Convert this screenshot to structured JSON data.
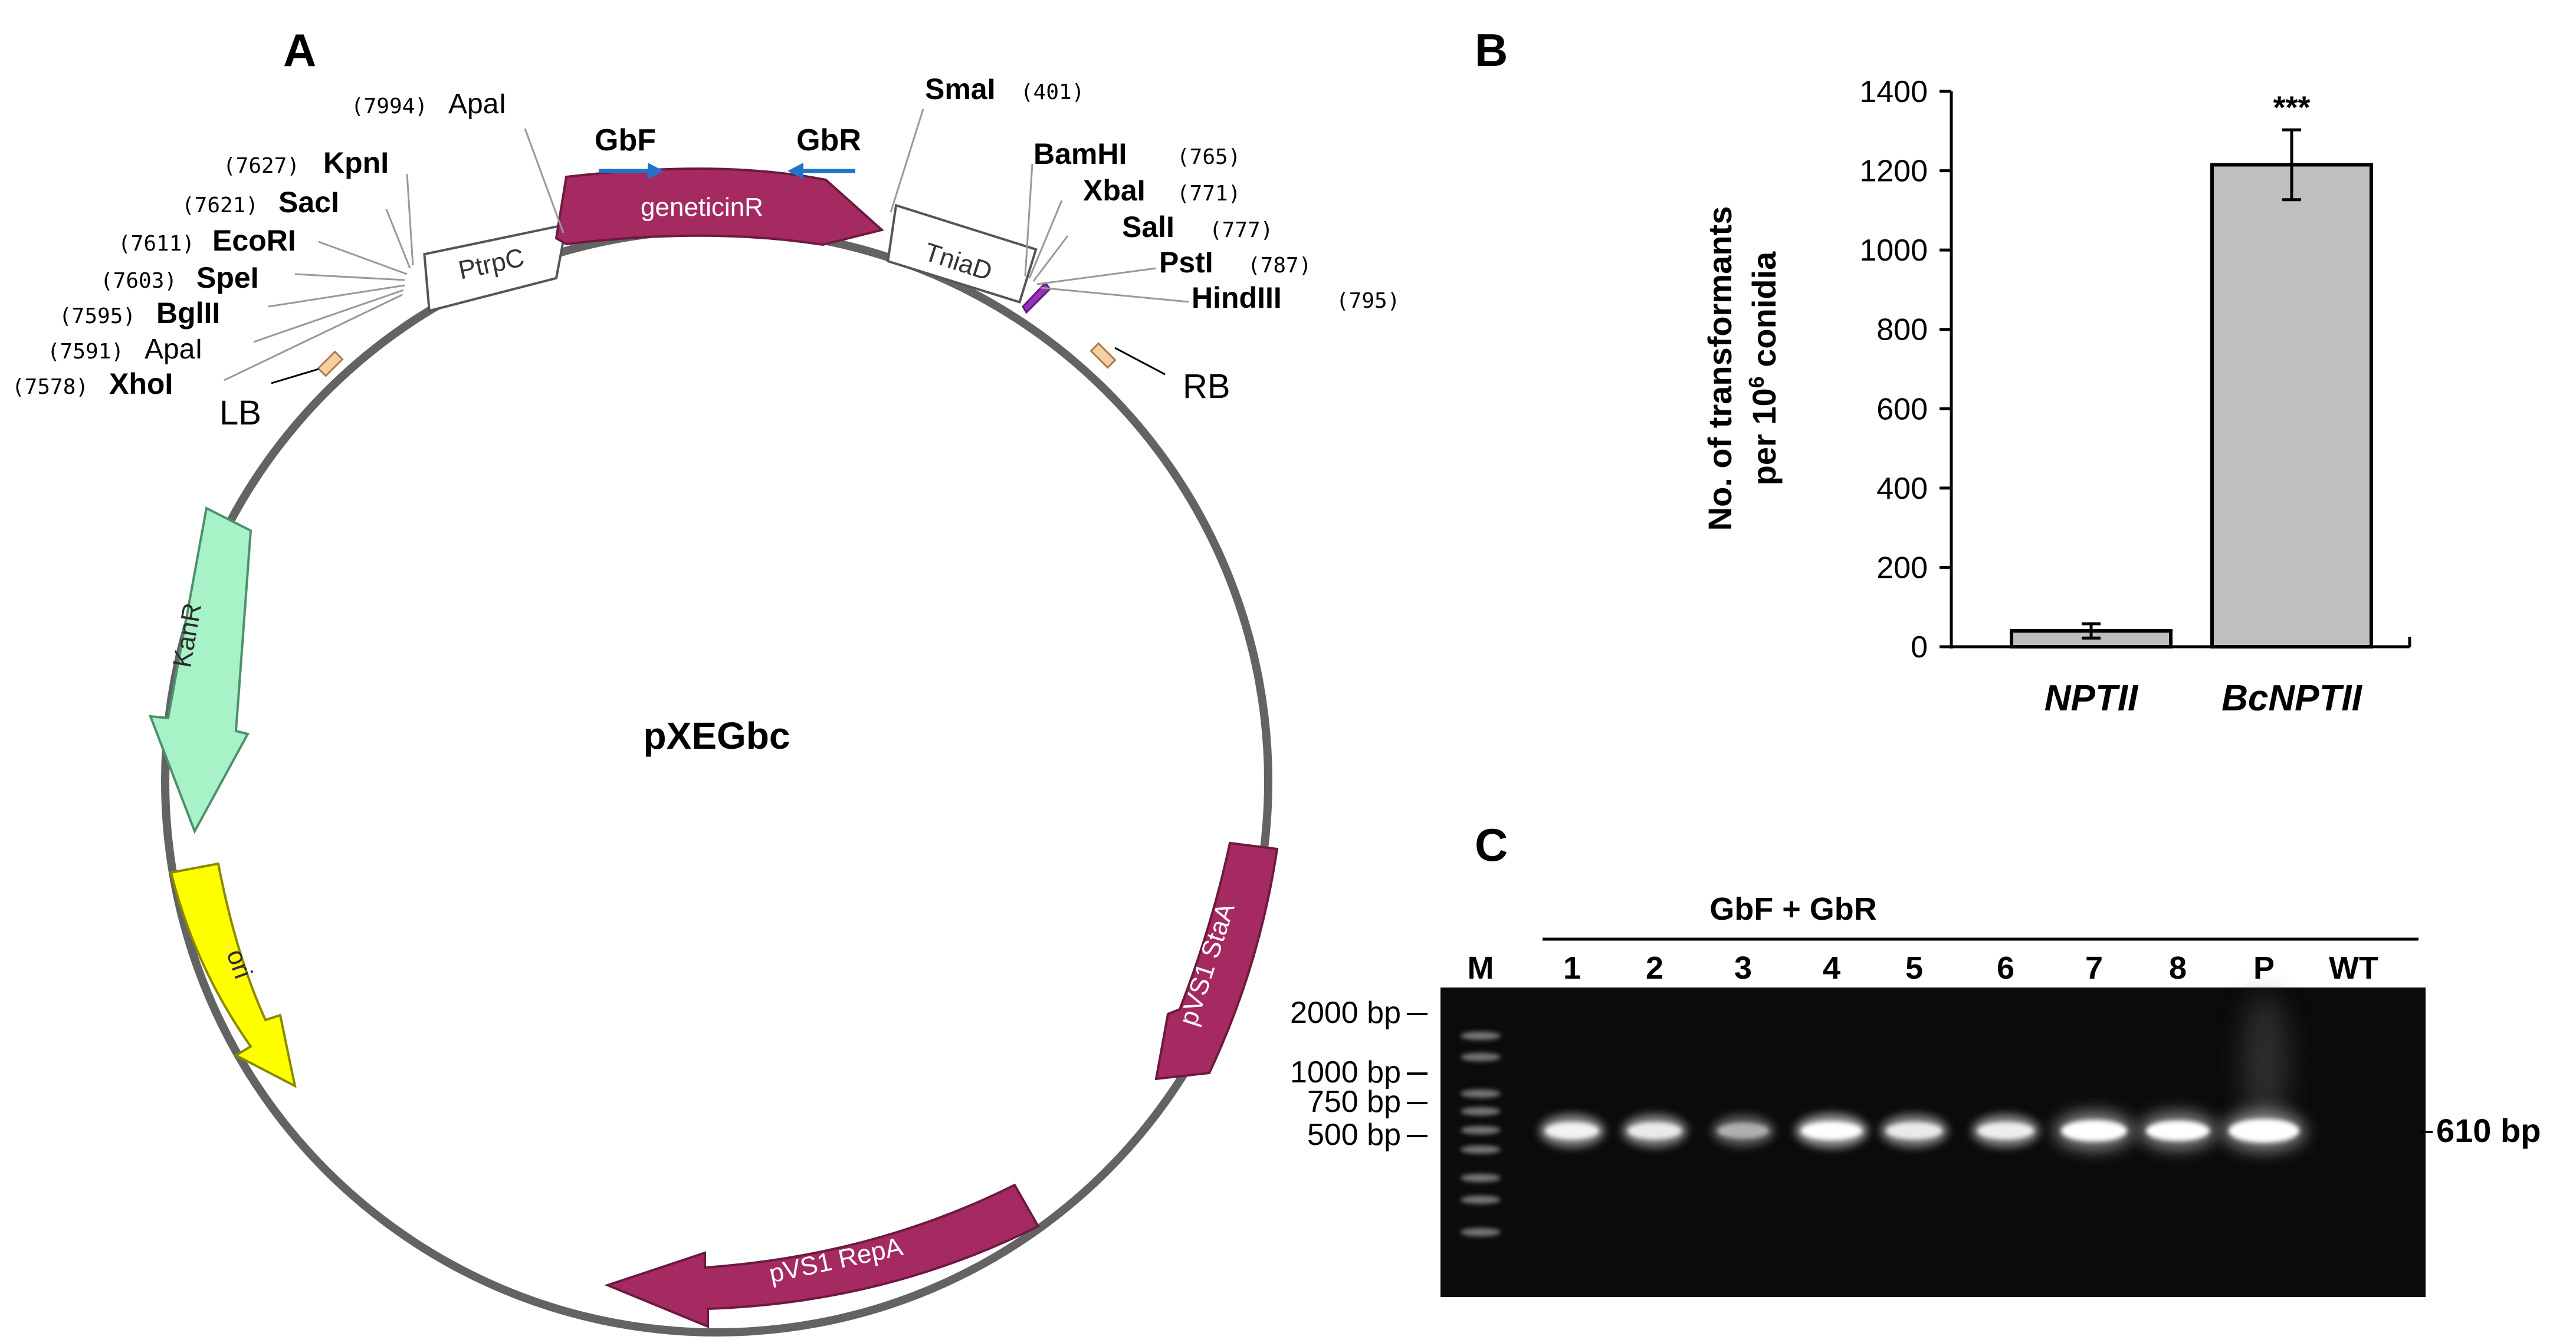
{
  "panels": {
    "a": {
      "letter": "A"
    },
    "b": {
      "letter": "B"
    },
    "c": {
      "letter": "C"
    }
  },
  "plasmid": {
    "name": "pXEGbc",
    "features": {
      "ptrpc": "PtrpC",
      "geneticin": "geneticinR",
      "tniad": "TniaD",
      "kanr": "KanR",
      "ori": "ori",
      "stav": "pVS1 StaA",
      "repa": "pVS1 RepA"
    },
    "borders": {
      "lb": "LB",
      "rb": "RB"
    },
    "primers": {
      "forward": "GbF",
      "reverse": "GbR"
    },
    "sites_left": [
      {
        "pos": "(7994)",
        "name": "ApaI"
      },
      {
        "pos": "(7627)",
        "name": "KpnI"
      },
      {
        "pos": "(7621)",
        "name": "SacI"
      },
      {
        "pos": "(7611)",
        "name": "EcoRI"
      },
      {
        "pos": "(7603)",
        "name": "SpeI"
      },
      {
        "pos": "(7595)",
        "name": "BglII"
      },
      {
        "pos": "(7591)",
        "name": "ApaI"
      },
      {
        "pos": "(7578)",
        "name": "XhoI"
      }
    ],
    "sites_right": [
      {
        "name": "SmaI",
        "pos": "(401)"
      },
      {
        "name": "BamHI",
        "pos": "(765)"
      },
      {
        "name": "XbaI",
        "pos": "(771)"
      },
      {
        "name": "SalI",
        "pos": "(777)"
      },
      {
        "name": "PstI",
        "pos": "(787)"
      },
      {
        "name": "HindIII",
        "pos": "(795)"
      }
    ],
    "colors": {
      "backbone": "#636363",
      "geneticin": "#a52a62",
      "kanr": "#a8f2c8",
      "ori": "#ffff00",
      "border_mark": "#f6cfa6"
    }
  },
  "chart_data": {
    "type": "bar",
    "categories": [
      "NPTII",
      "BcNPTII"
    ],
    "values": [
      40,
      1215
    ],
    "errors": [
      18,
      88
    ],
    "ylabel_line1": "No. of transformants",
    "ylabel_line2_pre": "per 10",
    "ylabel_line2_sup": "6",
    "ylabel_line2_post": " conidia",
    "ylim": [
      0,
      1400
    ],
    "ticks": [
      "0",
      "200",
      "400",
      "600",
      "800",
      "1000",
      "1200",
      "1400"
    ],
    "significance": "***",
    "bar_color": "#bfbfbf"
  },
  "gel": {
    "primer_label": "GbF + GbR",
    "lanes": [
      "M",
      "1",
      "2",
      "3",
      "4",
      "5",
      "6",
      "7",
      "8",
      "P",
      "WT"
    ],
    "markers": [
      "2000 bp",
      "1000 bp",
      "750 bp",
      "500 bp"
    ],
    "product_label": "610 bp"
  }
}
